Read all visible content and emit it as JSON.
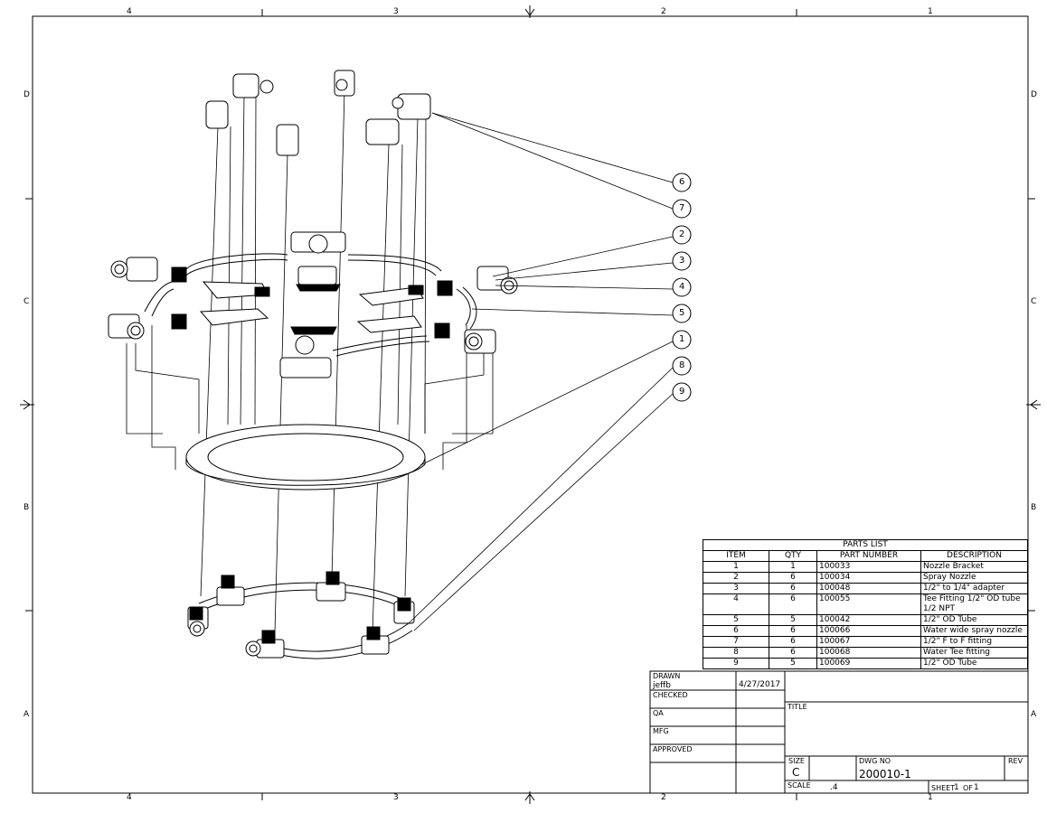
{
  "zones": {
    "top": [
      "4",
      "3",
      "2",
      "1"
    ],
    "bottom": [
      "4",
      "3",
      "2",
      "1"
    ],
    "left": [
      "D",
      "C",
      "B",
      "A"
    ],
    "right": [
      "D",
      "C",
      "B",
      "A"
    ]
  },
  "balloons": [
    "6",
    "7",
    "2",
    "3",
    "4",
    "5",
    "1",
    "8",
    "9"
  ],
  "parts_list": {
    "title": "PARTS LIST",
    "headers": [
      "ITEM",
      "QTY",
      "PART NUMBER",
      "DESCRIPTION"
    ],
    "rows": [
      {
        "item": "1",
        "qty": "1",
        "part": "100033",
        "desc": "Nozzle Bracket"
      },
      {
        "item": "2",
        "qty": "6",
        "part": "100034",
        "desc": "Spray Nozzle"
      },
      {
        "item": "3",
        "qty": "6",
        "part": "100048",
        "desc": "1/2\" to 1/4\" adapter"
      },
      {
        "item": "4",
        "qty": "6",
        "part": "100055",
        "desc": "Tee Fitting 1/2\" OD tube 1/2 NPT"
      },
      {
        "item": "5",
        "qty": "5",
        "part": "100042",
        "desc": "1/2\" OD Tube"
      },
      {
        "item": "6",
        "qty": "6",
        "part": "100066",
        "desc": "Water wide spray nozzle"
      },
      {
        "item": "7",
        "qty": "6",
        "part": "100067",
        "desc": "1/2\" F to F fitting"
      },
      {
        "item": "8",
        "qty": "6",
        "part": "100068",
        "desc": "Water Tee fitting"
      },
      {
        "item": "9",
        "qty": "5",
        "part": "100069",
        "desc": "1/2\" OD Tube"
      }
    ]
  },
  "title_block": {
    "drawn_label": "DRAWN",
    "drawn_by": "jeffb",
    "drawn_date": "4/27/2017",
    "checked_label": "CHECKED",
    "qa_label": "QA",
    "mfg_label": "MFG",
    "approved_label": "APPROVED",
    "title_label": "TITLE",
    "size_label": "SIZE",
    "size_value": "C",
    "dwg_no_label": "DWG NO",
    "dwg_no_value": "200010-1",
    "rev_label": "REV",
    "scale_label": "SCALE",
    "scale_value": ".4",
    "sheet_label": "SHEET",
    "sheet_no": "1",
    "of_label": "OF",
    "sheet_total": "1"
  }
}
